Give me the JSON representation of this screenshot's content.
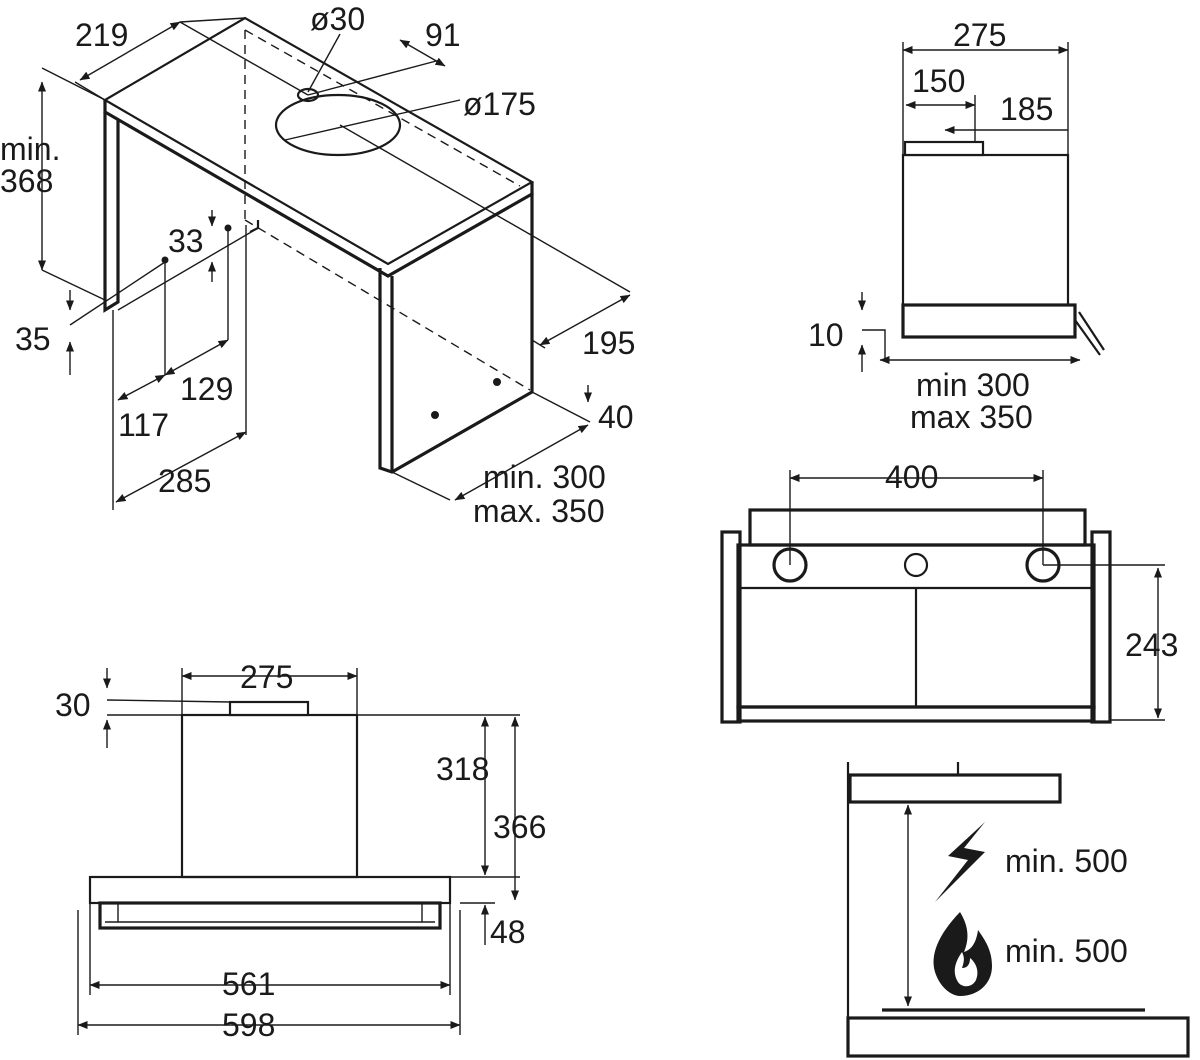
{
  "iso_view": {
    "width_top": "219",
    "hole_small": "ø30",
    "offset_91": "91",
    "hole_large": "ø175",
    "min_label": "min.",
    "height_368": "368",
    "screw_33": "33",
    "dim_35": "35",
    "dim_129": "129",
    "dim_117": "117",
    "dim_285": "285",
    "dim_195": "195",
    "dim_40": "40",
    "depth_min": "min. 300",
    "depth_max": "max. 350"
  },
  "side_view": {
    "width_275": "275",
    "dim_150": "150",
    "dim_185": "185",
    "dim_10": "10",
    "depth_min": "min 300",
    "depth_max": "max 350"
  },
  "front_top_view": {
    "dim_400": "400",
    "dim_243": "243"
  },
  "front_view": {
    "dim_30": "30",
    "width_275": "275",
    "dim_318": "318",
    "dim_366": "366",
    "dim_48": "48",
    "dim_561": "561",
    "dim_598": "598"
  },
  "clearance_view": {
    "electric_min": "min. 500",
    "gas_min": "min. 500",
    "icons": [
      "lightning-icon",
      "flame-icon"
    ]
  }
}
